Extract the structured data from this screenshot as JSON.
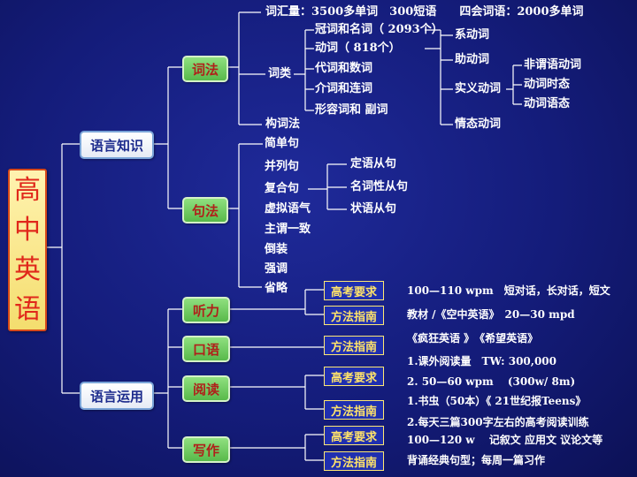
{
  "root": {
    "chars": [
      "高",
      "中",
      "英",
      "语"
    ]
  },
  "branches": {
    "knowledge": "语言知识",
    "usage": "语言运用"
  },
  "knowledge": {
    "lexicon": {
      "label": "词法",
      "vocab": "词汇量：3500多单词　300短语　　四会词语：2000多单词",
      "word_class": "词类",
      "classes": [
        "冠词和名词（ 2093个）",
        "动词（ 818个）",
        "代词和数词",
        "介词和连词",
        "形容词和 副词"
      ],
      "verb_types": [
        "系动词",
        "助动词",
        "实义动词",
        "情态动词"
      ],
      "notional": [
        "非谓语动词",
        "动词时态",
        "动词语态"
      ],
      "word_formation": "构词法"
    },
    "syntax": {
      "label": "句法",
      "items": [
        "简单句",
        "并列句",
        "复合句",
        "虚拟语气",
        "主谓一致",
        "倒装",
        "强调",
        "省略"
      ],
      "clauses": [
        "定语从句",
        "名词性从句",
        "状语从句"
      ]
    }
  },
  "usage": {
    "listening": {
      "label": "听力",
      "req_label": "高考要求",
      "req_text": "100—110 wpm　短对话，长对话，短文",
      "method_label": "方法指南",
      "method_text": "教材 /《空中英语》　20—30 mpd"
    },
    "speaking": {
      "label": "口语",
      "method_label": "方法指南",
      "method_text": "《疯狂英语 》　《希望英语》"
    },
    "reading": {
      "label": "阅读",
      "req_label": "高考要求",
      "req_lines": [
        "1.课外阅读量　TW: 300,000",
        "2. 50—60 wpm　 (300w/ 8m)"
      ],
      "method_label": "方法指南",
      "method_lines": [
        "1.书虫（50本）《 21世纪报Teens》",
        "2.每天三篇300字左右的高考阅读训练"
      ]
    },
    "writing": {
      "label": "写作",
      "req_label": "高考要求",
      "req_text": "100—120 w　 记叙文 应用文 议论文等",
      "method_label": "方法指南",
      "method_text": "背诵经典句型；每周一篇习作"
    }
  }
}
